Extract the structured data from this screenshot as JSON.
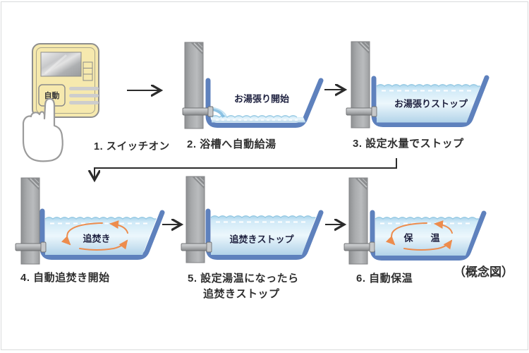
{
  "figure": {
    "steps": [
      {
        "label": "1. スイッチオン"
      },
      {
        "label": "2. 浴槽へ自動給湯",
        "tub_text": "お湯張り開始"
      },
      {
        "label": "3. 設定水量でストップ",
        "tub_text": "お湯張りストップ"
      },
      {
        "label": "4. 自動追焚き開始",
        "tub_text": "追焚き"
      },
      {
        "label": "5. 設定湯温になったら",
        "label2": "追焚きストップ",
        "tub_text": "追焚きストップ"
      },
      {
        "label": "6. 自動保温",
        "tub_text": "保　温"
      }
    ],
    "note": "（概念図）",
    "remote": {
      "button_label": "自動"
    }
  },
  "icons": {
    "flow_arrow_right": "→",
    "flow_arrow_down": "↓",
    "circulation_arrows": "⟳",
    "pointing_hand": "☝"
  },
  "colors": {
    "tub_blue": "#5e81bd",
    "water_light": "#cfe9f7",
    "wall_gray": "#a5a7a9",
    "remote_yellow": "#f6e9ae",
    "cycle_orange": "#ed8c4d",
    "arrow_black": "#2b2b2b",
    "text_dark": "#2f2f2f"
  }
}
